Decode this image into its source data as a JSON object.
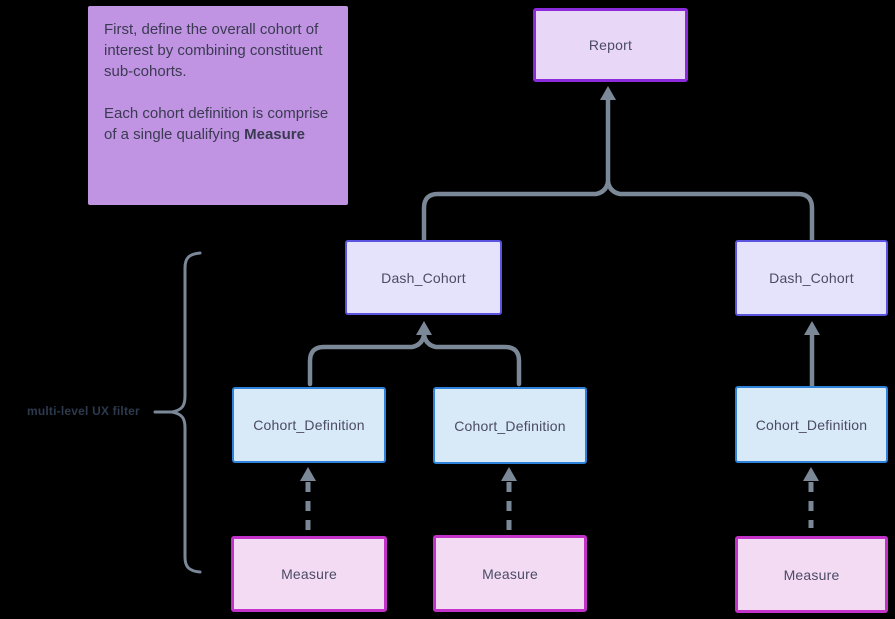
{
  "note": {
    "paragraph1": "First, define the overall cohort of interest by combining constituent sub-cohorts.",
    "paragraph2": "Each cohort definition is comprise of a single qualifying",
    "paragraph2_bold": "Measure",
    "bg_color": "#c094e2",
    "text_color": "#3a3a52"
  },
  "brace": {
    "label": "multi-level UX filter",
    "color": "#7b8897"
  },
  "nodes": {
    "report": {
      "label": "Report",
      "fill": "#e9d7f7",
      "border": "#8c2bdb"
    },
    "dash_cohort_1": {
      "label": "Dash_Cohort",
      "fill": "#e4e3fb",
      "border": "#5a54e0"
    },
    "dash_cohort_2": {
      "label": "Dash_Cohort",
      "fill": "#e4e3fb",
      "border": "#5a54e0"
    },
    "cohort_definition_1": {
      "label": "Cohort_Definition",
      "fill": "#d8e9f8",
      "border": "#2e82d9"
    },
    "cohort_definition_2": {
      "label": "Cohort_Definition",
      "fill": "#d8e9f8",
      "border": "#2e82d9"
    },
    "cohort_definition_3": {
      "label": "Cohort_Definition",
      "fill": "#d8e9f8",
      "border": "#2e82d9"
    },
    "measure_1": {
      "label": "Measure",
      "fill": "#f4dbf4",
      "border": "#c433c9"
    },
    "measure_2": {
      "label": "Measure",
      "fill": "#f4dbf4",
      "border": "#c433c9"
    },
    "measure_3": {
      "label": "Measure",
      "fill": "#f4dbf4",
      "border": "#c433c9"
    }
  },
  "connector_color": "#7b8897",
  "background_color": "#000000"
}
